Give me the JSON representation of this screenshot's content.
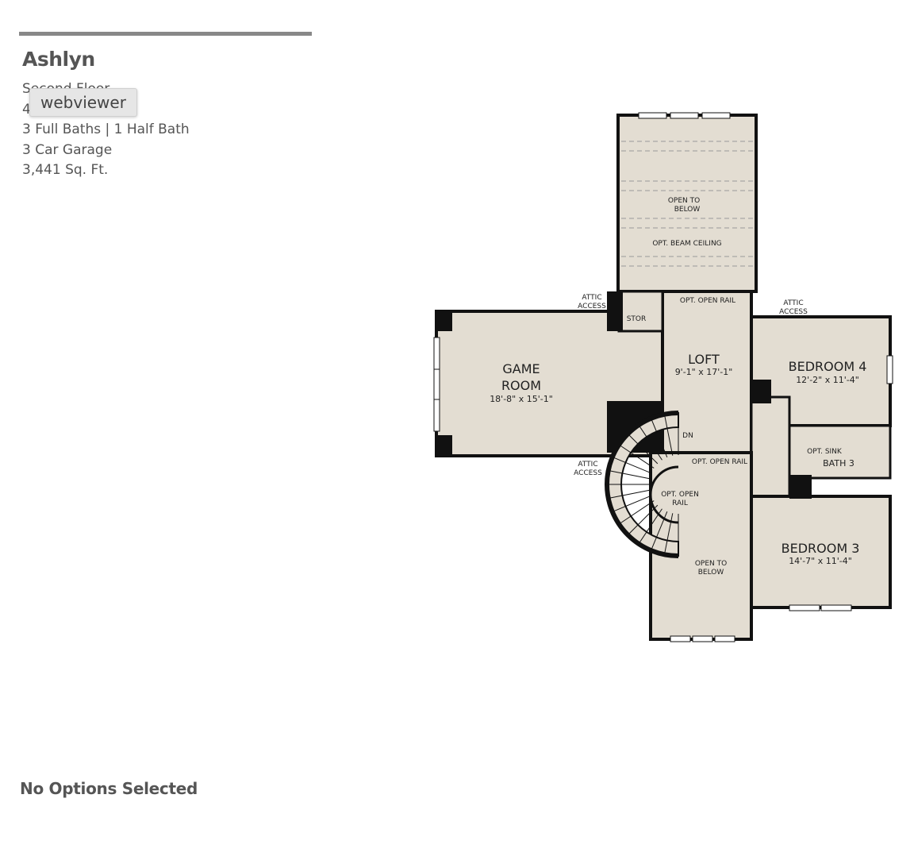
{
  "plan": {
    "name": "Ashlyn",
    "floor": "Second Floor",
    "bedrooms": "4",
    "baths": "3 Full Baths | 1 Half Bath",
    "garage": "3 Car Garage",
    "sqft": "3,441 Sq. Ft."
  },
  "tooltip": "webviewer",
  "options_status": "No Options Selected",
  "colors": {
    "floor_fill": "#e3ddd2",
    "wall": "#111111",
    "accent_bar": "#888888"
  },
  "floorplan": {
    "open_to_below": [
      "OPEN TO",
      "BELOW"
    ],
    "beam_ceiling": "OPT. BEAM CEILING",
    "attic_access": [
      "ATTIC",
      "ACCESS"
    ],
    "stor": "STOR",
    "open_rail": "OPT. OPEN RAIL",
    "open_rail_2": [
      "OPT. OPEN",
      "RAIL"
    ],
    "dn": "DN",
    "game_room": {
      "name": [
        "GAME",
        "ROOM"
      ],
      "dims": "18'-8\" x 15'-1\""
    },
    "loft": {
      "name": "LOFT",
      "dims": "9'-1\" x 17'-1\""
    },
    "bedroom4": {
      "name": "BEDROOM 4",
      "dims": "12'-2\" x 11'-4\""
    },
    "bath3": {
      "name": "BATH 3",
      "opt": "OPT. SINK"
    },
    "bedroom3": {
      "name": "BEDROOM 3",
      "dims": "14'-7\" x 11'-4\""
    }
  }
}
